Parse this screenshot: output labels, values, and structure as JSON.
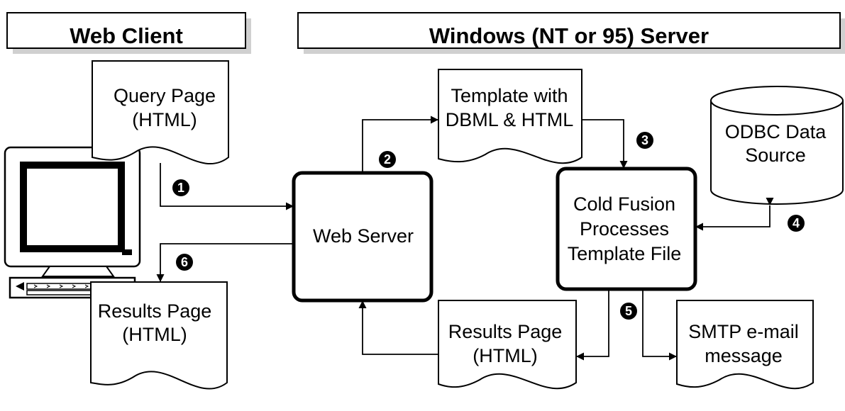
{
  "headers": {
    "client": "Web Client",
    "server": "Windows (NT or 95) Server"
  },
  "nodes": {
    "query_page": [
      "Query Page",
      "(HTML)"
    ],
    "results_page_client": [
      "Results Page",
      "(HTML)"
    ],
    "web_server": [
      "Web Server"
    ],
    "template": [
      "Template with",
      "DBML & HTML"
    ],
    "cold_fusion": [
      "Cold Fusion",
      "Processes",
      "Template File"
    ],
    "odbc": [
      "ODBC Data",
      "Source"
    ],
    "results_page_server": [
      "Results Page",
      "(HTML)"
    ],
    "smtp": [
      "SMTP e-mail",
      "message"
    ]
  },
  "steps": [
    "1",
    "2",
    "3",
    "4",
    "5",
    "6"
  ],
  "colors": {
    "ink": "#000000",
    "paper": "#ffffff",
    "header_stripe": "#d0d0d0"
  }
}
